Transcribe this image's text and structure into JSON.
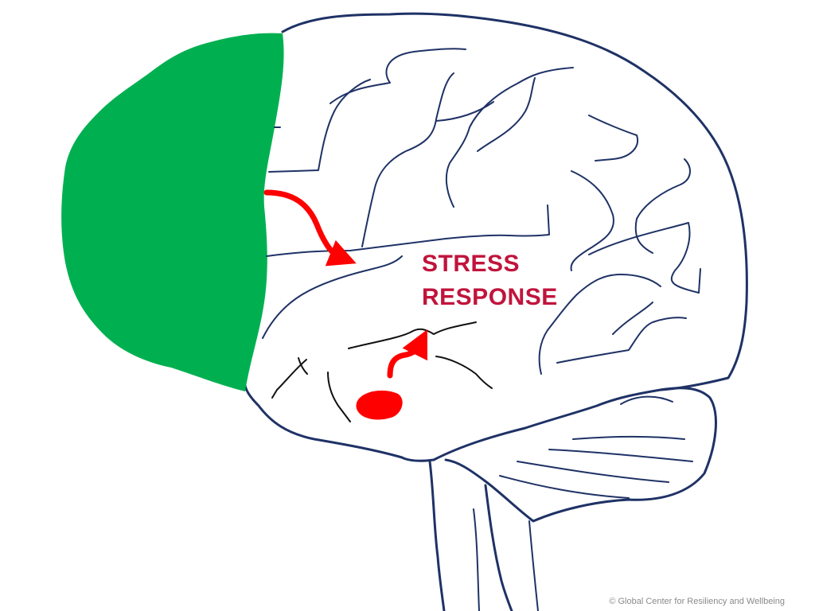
{
  "label": {
    "line1": "STRESS",
    "line2": "RESPONSE"
  },
  "copyright": "© Global Center for Resiliency and Wellbeing",
  "colors": {
    "outline": "#1f3266",
    "prefrontal": "#00b050",
    "stress": "#ff0000",
    "label": "#c0143c"
  },
  "icons": {
    "pathway_arrow": "curved-arrow-icon",
    "amygdala_arrow": "curved-arrow-icon"
  }
}
